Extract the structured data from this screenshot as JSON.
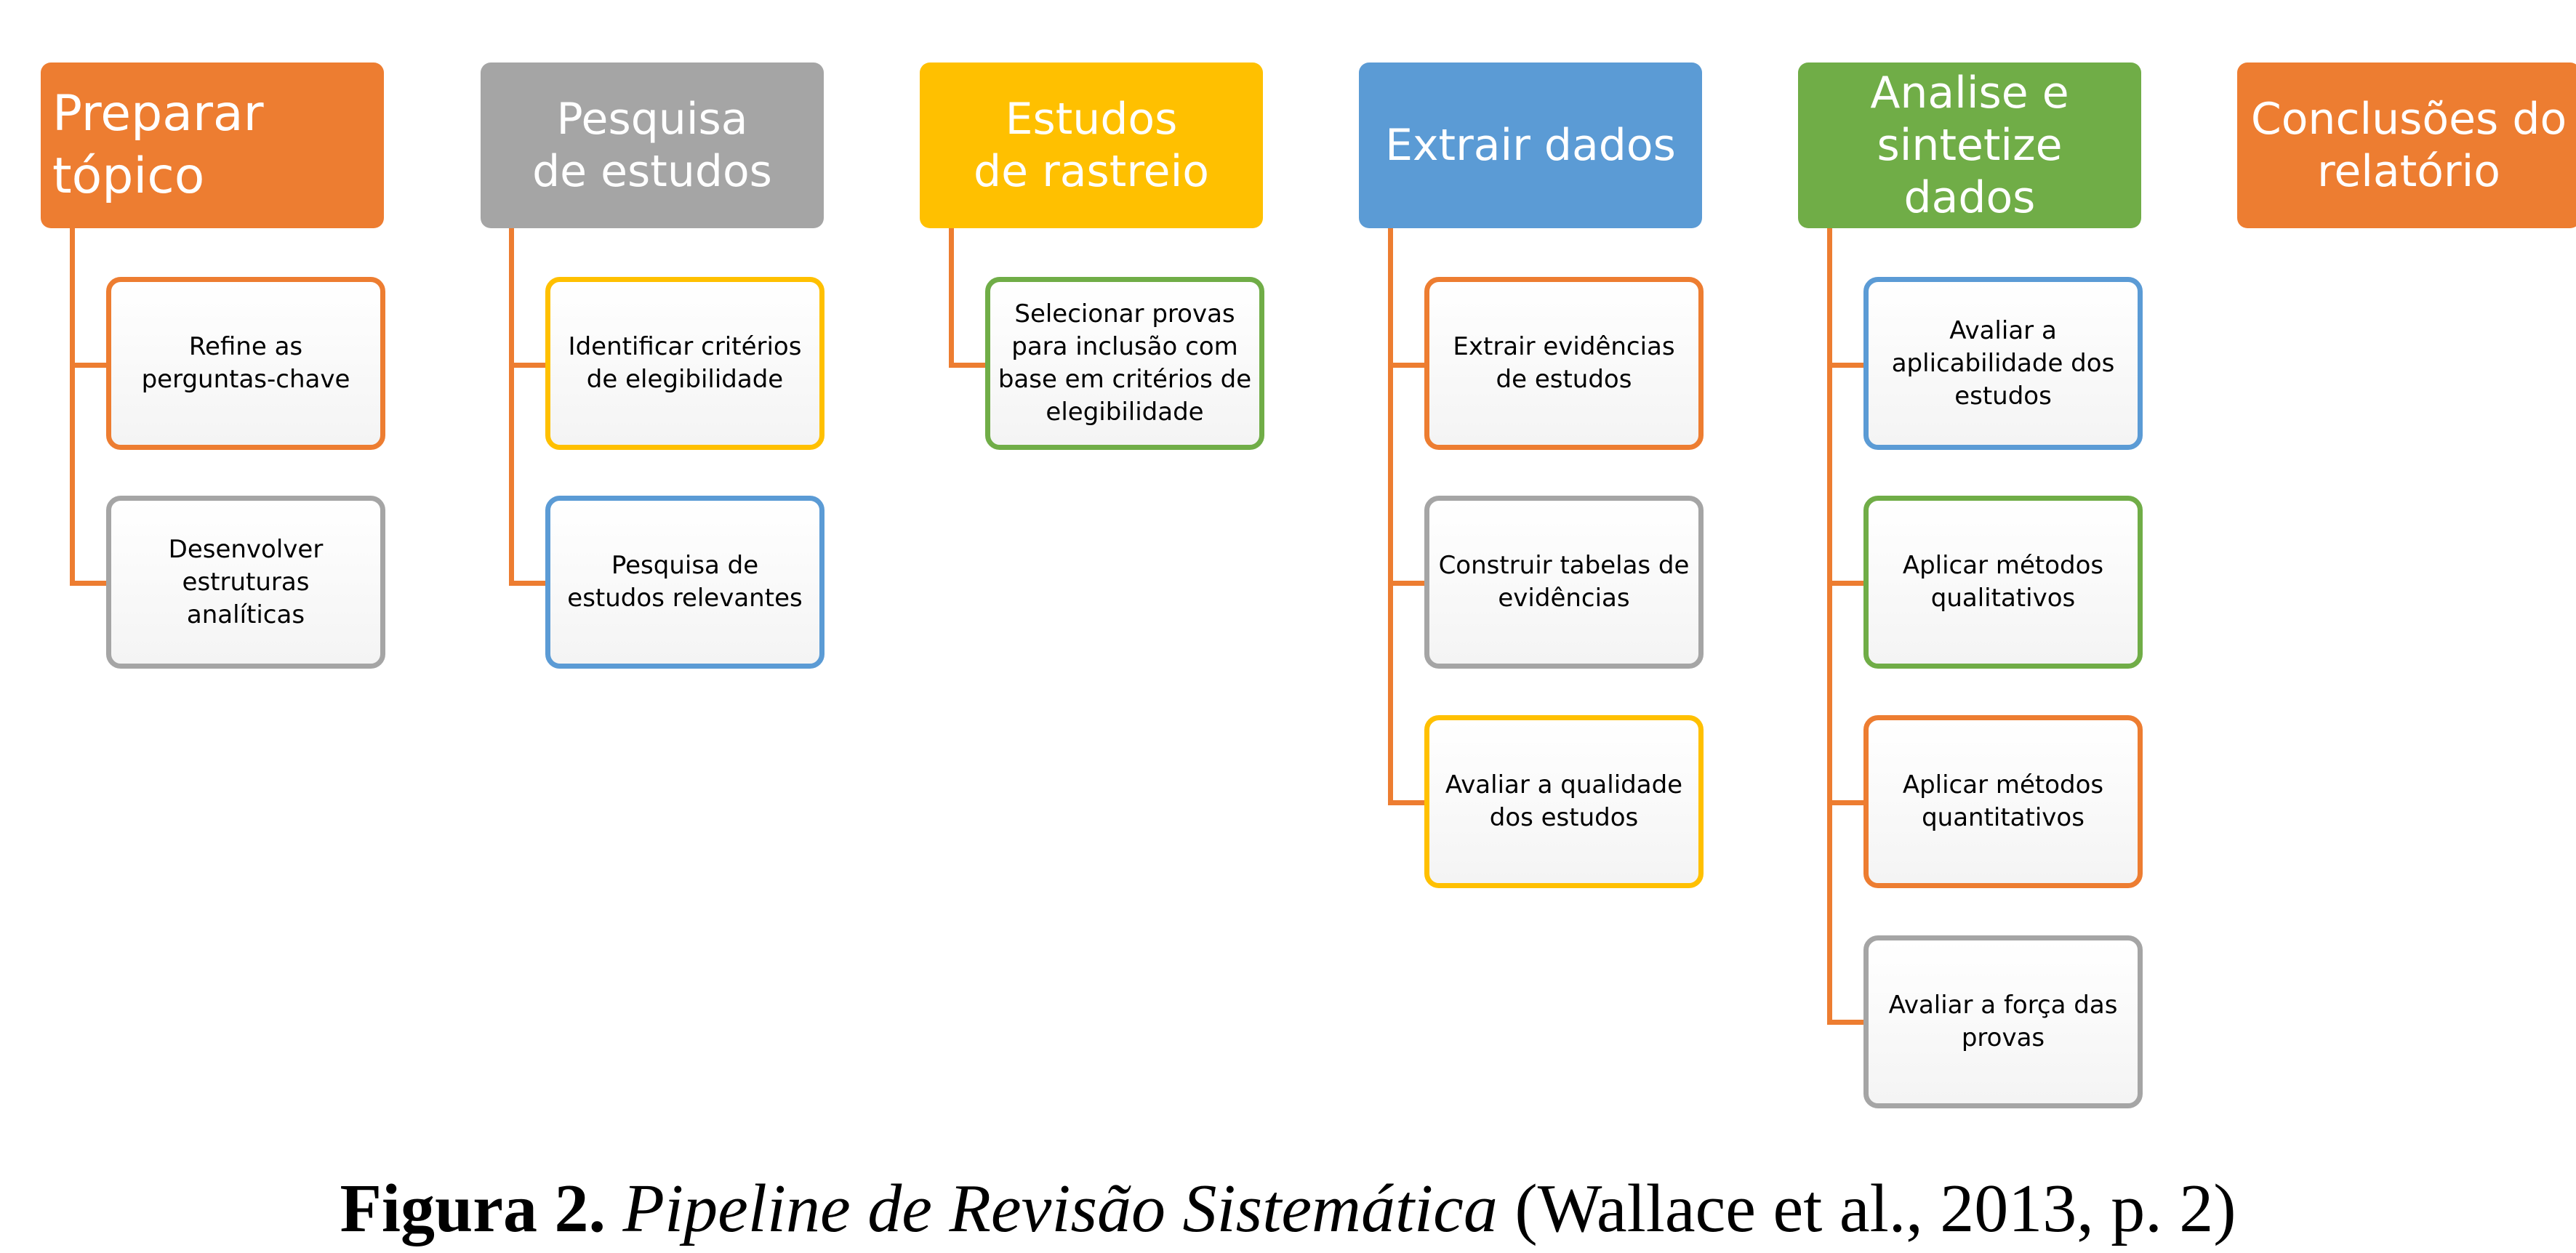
{
  "colors": {
    "orange": "#ED7D31",
    "gray": "#A5A5A5",
    "gold": "#FFC000",
    "blue": "#5B9BD5",
    "green": "#70AD47"
  },
  "columns": [
    {
      "header": "Preparar tópico",
      "header_color": "orange",
      "children": [
        {
          "label": "Refine as perguntas-chave",
          "border_color": "orange"
        },
        {
          "label": "Desenvolver estruturas analíticas",
          "border_color": "gray"
        }
      ]
    },
    {
      "header": "Pesquisa de estudos",
      "header_color": "gray",
      "children": [
        {
          "label": "Identificar critérios de elegibilidade",
          "border_color": "gold"
        },
        {
          "label": "Pesquisa de estudos relevantes",
          "border_color": "blue"
        }
      ]
    },
    {
      "header": "Estudos de rastreio",
      "header_color": "gold",
      "children": [
        {
          "label": "Selecionar provas para inclusão com base em critérios de elegibilidade",
          "border_color": "green"
        }
      ]
    },
    {
      "header": "Extrair dados",
      "header_color": "blue",
      "children": [
        {
          "label": "Extrair evidências de estudos",
          "border_color": "orange"
        },
        {
          "label": "Construir tabelas de evidências",
          "border_color": "gray"
        },
        {
          "label": "Avaliar a qualidade dos estudos",
          "border_color": "gold"
        }
      ]
    },
    {
      "header": "Analise e sintetize dados",
      "header_color": "green",
      "children": [
        {
          "label": "Avaliar a aplicabilidade dos estudos",
          "border_color": "blue"
        },
        {
          "label": "Aplicar métodos qualitativos",
          "border_color": "green"
        },
        {
          "label": "Aplicar métodos quantitativos",
          "border_color": "orange"
        },
        {
          "label": "Avaliar a força das provas",
          "border_color": "gray"
        }
      ]
    },
    {
      "header": "Conclusões do relatório",
      "header_color": "orange",
      "children": []
    }
  ],
  "caption": {
    "label": "Figura 2.",
    "title": "Pipeline de Revisão Sistemática",
    "citation": "(Wallace et al., 2013, p. 2)"
  }
}
